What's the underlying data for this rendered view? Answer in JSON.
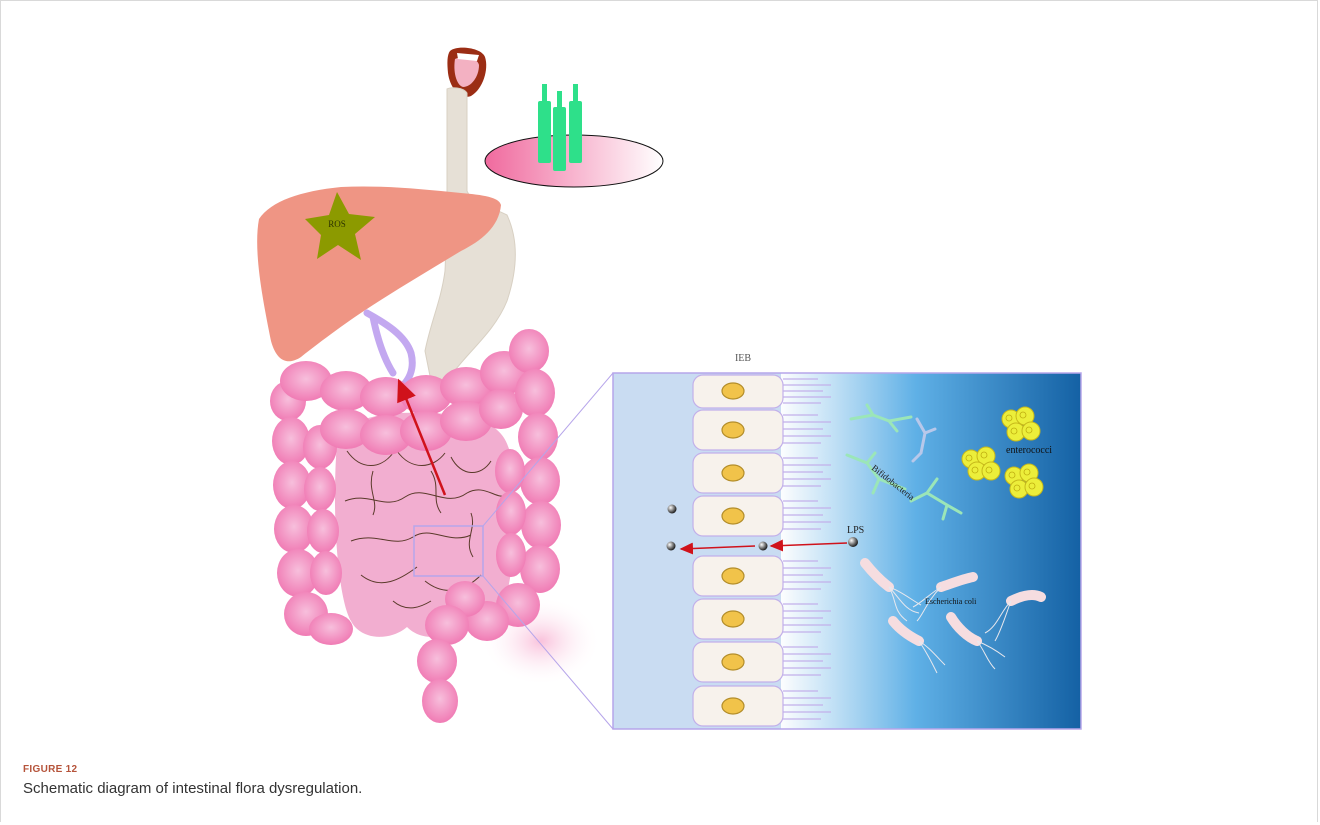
{
  "figure": {
    "label": "FIGURE 12",
    "caption": "Schematic diagram of intestinal flora dysregulation."
  },
  "diagram": {
    "liver_label": "ROS",
    "barrier_label": "IEB",
    "lps_label": "LPS",
    "bacteria": {
      "bifidobacteria": "Bifidobacteria",
      "enterococci": "enterococci",
      "ecoli": "Escherichia coli"
    }
  },
  "colors": {
    "liver": "#ef9584",
    "ros_star": "#8c9a00",
    "intestine": "#f07bb4",
    "small_intestine": "#f2aed0",
    "esophagus": "#e6e0d6",
    "portal_vein": "#c3a8f0",
    "bottles": "#2ee08a",
    "arrow": "#d0121b",
    "barrier_bg": "#c9dcf2",
    "lumen_dark": "#1a63a8",
    "nucleus": "#f1c34a",
    "enterococci": "#ecee3a"
  }
}
